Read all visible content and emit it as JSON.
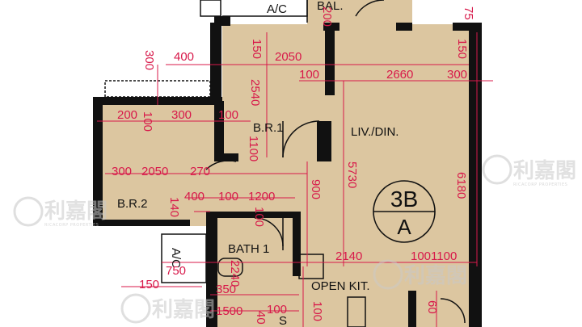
{
  "rooms": {
    "ac_top": "A/C",
    "bal": "BAL.",
    "br1": "B.R.1",
    "br2": "B.R.2",
    "liv_din": "LIV./DIN.",
    "bath": "BATH 1",
    "ac_side": "A/C",
    "open_kit": "OPEN KIT.",
    "bath_partial": "S"
  },
  "unit_badge": {
    "top": "3B",
    "bottom": "A"
  },
  "dimensions": {
    "d_200_top": "200",
    "d_75_top": "75",
    "d_400": "400",
    "d_150_a": "150",
    "d_2050_a": "2050",
    "d_150_b": "150",
    "d_300_v": "300",
    "d_100_a": "100",
    "d_2660": "2660",
    "d_300_r": "300",
    "d_2540": "2540",
    "d_200_l": "200",
    "d_100_v": "100",
    "d_300_m": "300",
    "d_100_b": "100",
    "d_5730": "5730",
    "d_6180": "6180",
    "d_1100_v": "1100",
    "d_300_l": "300",
    "d_2050_b": "2050",
    "d_270": "270",
    "d_400_b": "400",
    "d_100_c": "100",
    "d_1200": "1200",
    "d_900": "900",
    "d_140": "140",
    "d_100_d": "100",
    "d_750": "750",
    "d_2240": "2240",
    "d_2140": "2140",
    "d_1001100": "1001100",
    "d_150_c": "150",
    "d_350": "350",
    "d_1500": "1500",
    "d_100_e": "100",
    "d_100_f": "100",
    "d_40": "40",
    "d_60": "60"
  },
  "watermark": {
    "cn": "利嘉閣",
    "en": "RICACORP PROPERTIES"
  },
  "colors": {
    "floor": "#dcc6a0",
    "wall": "#111111",
    "dim": "#d8194a",
    "badge": "#111111"
  }
}
